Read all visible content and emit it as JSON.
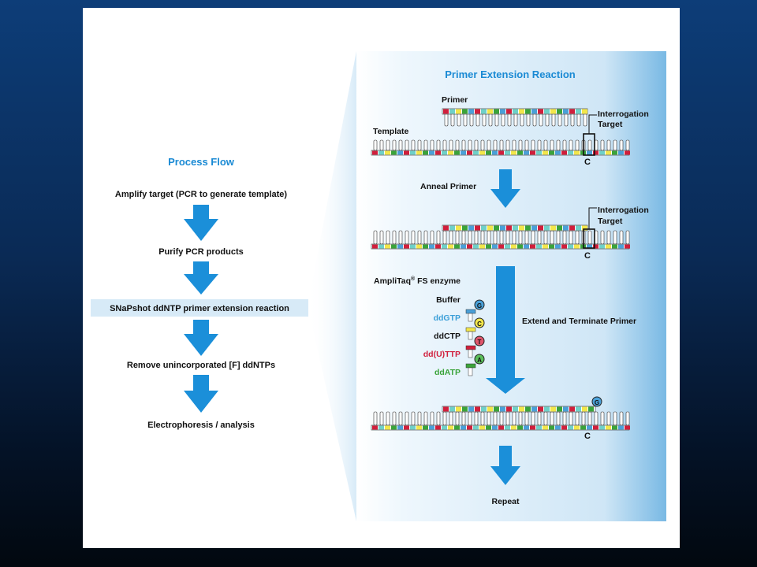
{
  "process_flow": {
    "title": "Process Flow",
    "steps": [
      "Amplify  target (PCR to generate template)",
      "Purify PCR products",
      "SNaPshot ddNTP primer extension  reaction",
      "Remove  unincorporated [F] ddNTPs",
      "Electrophoresis / analysis"
    ]
  },
  "reaction": {
    "title": "Primer Extension Reaction",
    "primer_label": "Primer",
    "template_label": "Template",
    "interrogation_label_1": "Interrogation",
    "interrogation_label_2": "Target",
    "base_c": "C",
    "anneal_label": "Anneal Primer",
    "enzyme_label": "AmpliTaq",
    "enzyme_reg": "®",
    "enzyme_rest": " FS enzyme",
    "buffer_label": "Buffer",
    "extend_label": "Extend and Terminate Primer",
    "repeat_label": "Repeat",
    "ddntps": [
      {
        "label": "ddGTP",
        "base": "G",
        "color": "#3b9fd8"
      },
      {
        "label": "ddCTP",
        "base": "C",
        "color": "#111111"
      },
      {
        "label": "dd(U)TTP",
        "base": "T",
        "color": "#d01f3c"
      },
      {
        "label": "ddATP",
        "base": "A",
        "color": "#3aa33a"
      }
    ],
    "incorporated_base": "G"
  },
  "colors": {
    "arrow": "#1b8fd9",
    "accent_blue": "#1a8ad4",
    "panel_light": "#e4f2fb",
    "panel_dark": "#7cbde6",
    "base_green": "#3aa33a",
    "base_red": "#d01f3c",
    "base_yellow": "#f2e64a",
    "base_blue": "#4aa0d8",
    "base_teal": "#6ed0c8"
  }
}
